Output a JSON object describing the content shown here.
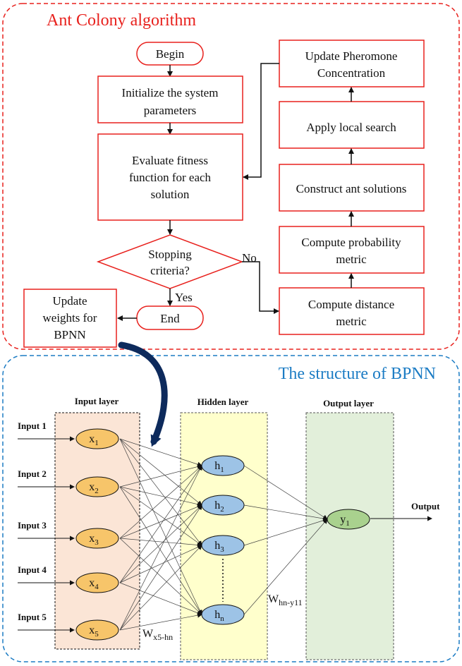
{
  "aco": {
    "title": "Ant Colony algorithm",
    "begin": "Begin",
    "init": [
      "Initialize the system",
      "parameters"
    ],
    "evaluate": [
      "Evaluate fitness",
      "function for each",
      "solution"
    ],
    "stopping": [
      "Stopping",
      "criteria?"
    ],
    "no_label": "No",
    "yes_label": "Yes",
    "end": "End",
    "update_weights": [
      "Update",
      "weights for",
      "BPNN"
    ],
    "update_pheromone": [
      "Update Pheromone",
      "Concentration"
    ],
    "local_search": "Apply local search",
    "construct": "Construct ant solutions",
    "probability": [
      "Compute probability",
      "metric"
    ],
    "distance": [
      "Compute distance",
      "metric"
    ]
  },
  "bpnn": {
    "title": "The structure of BPNN",
    "input_layer_label": "Input layer",
    "hidden_layer_label": "Hidden layer",
    "output_layer_label": "Output layer",
    "inputs": [
      "Input 1",
      "Input 2",
      "Input 3",
      "Input 4",
      "Input 5"
    ],
    "x_nodes": [
      {
        "base": "x",
        "sub": "1"
      },
      {
        "base": "x",
        "sub": "2"
      },
      {
        "base": "x",
        "sub": "3"
      },
      {
        "base": "x",
        "sub": "4"
      },
      {
        "base": "x",
        "sub": "5"
      }
    ],
    "h_nodes": [
      {
        "base": "h",
        "sub": "1"
      },
      {
        "base": "h",
        "sub": "2"
      },
      {
        "base": "h",
        "sub": "3"
      },
      {
        "base": "h",
        "sub": "n"
      }
    ],
    "y_node": {
      "base": "y",
      "sub": "1"
    },
    "output_label": "Output",
    "weight_input_hidden": {
      "base": "W",
      "sub": "x5-hn"
    },
    "weight_hidden_output": {
      "base": "W",
      "sub": "hn-y11"
    }
  },
  "colors": {
    "red": "#e8211d",
    "blue": "#1c7cc4",
    "navy": "#0d2a5c",
    "input_fill": "#fbe5d6",
    "hidden_fill": "#ffffcc",
    "output_fill": "#e2efda",
    "x_node": "#f7c56a",
    "h_node": "#9dc3e6",
    "y_node": "#a9d18e"
  }
}
